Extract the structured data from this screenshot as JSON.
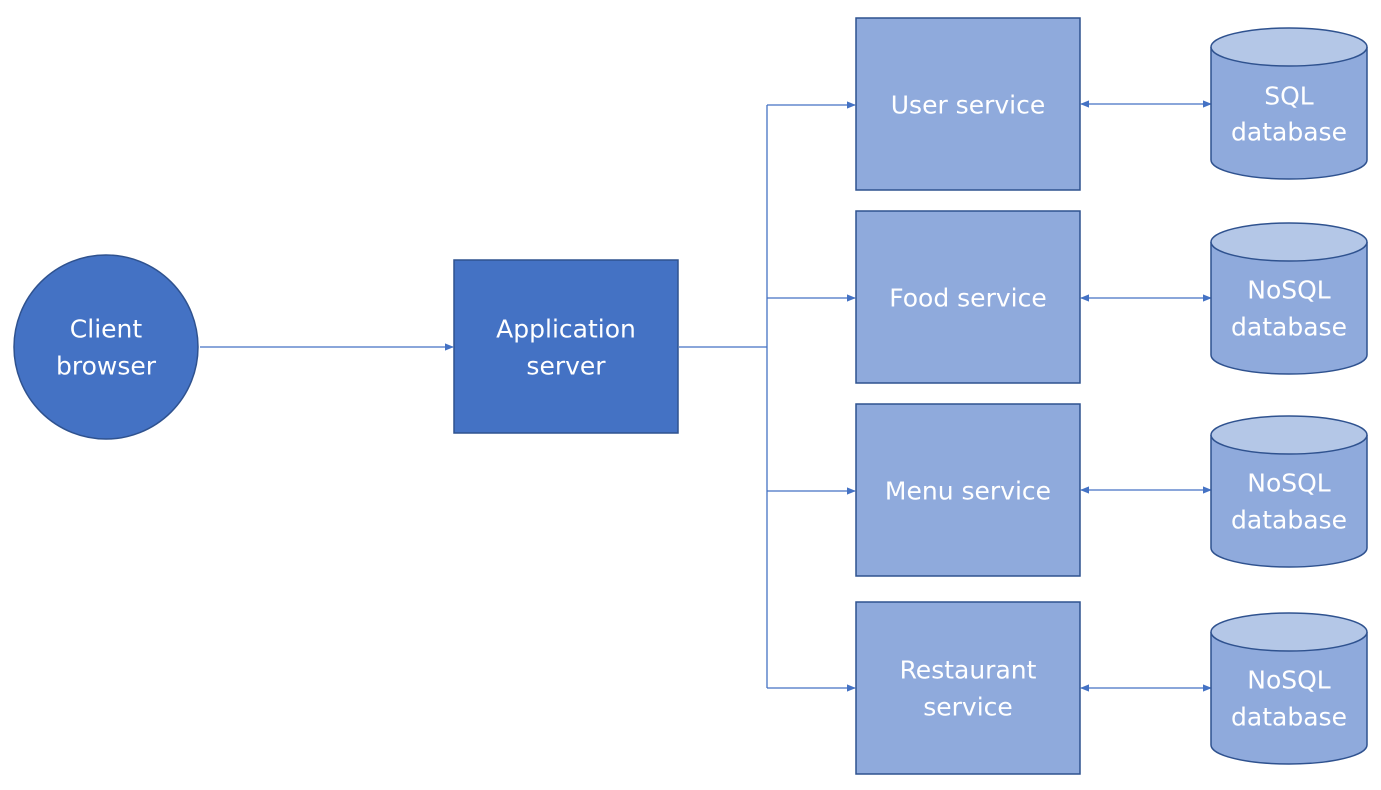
{
  "nodes": {
    "client": {
      "lines": [
        "Client",
        "browser"
      ],
      "color": "#4472c4"
    },
    "app_server": {
      "lines": [
        "Application",
        "server"
      ],
      "color": "#4472c4"
    },
    "services": [
      {
        "lines": [
          "User service"
        ]
      },
      {
        "lines": [
          "Food service"
        ]
      },
      {
        "lines": [
          "Menu service"
        ]
      },
      {
        "lines": [
          "Restaurant",
          "service"
        ]
      }
    ],
    "databases": [
      {
        "lines": [
          "SQL",
          "database"
        ]
      },
      {
        "lines": [
          "NoSQL",
          "database"
        ]
      },
      {
        "lines": [
          "NoSQL",
          "database"
        ]
      },
      {
        "lines": [
          "NoSQL",
          "database"
        ]
      }
    ]
  },
  "colors": {
    "primary": "#4472c4",
    "service_fill": "#8faadc",
    "db_top": "#b4c7e7",
    "border": "#2f528f",
    "line": "#4472c4"
  }
}
